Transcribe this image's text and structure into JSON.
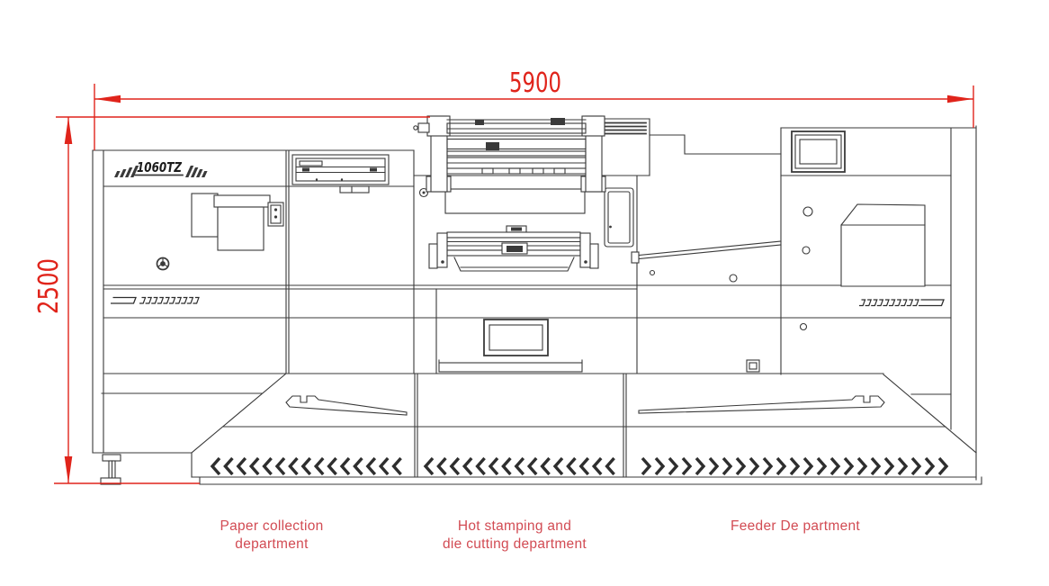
{
  "dimensions": {
    "width": "5900",
    "height": "2500"
  },
  "machine": {
    "model": "1060TZ"
  },
  "departments": {
    "paper_collection": {
      "line1": "Paper collection",
      "line2": "department"
    },
    "hot_stamping": {
      "line1": "Hot stamping and",
      "line2": "die cutting department"
    },
    "feeder": {
      "line1": "Feeder De partment"
    }
  },
  "colors": {
    "dimension_red": "#e0241b",
    "label_red": "#d24b53",
    "line_ink": "#3a3a3a"
  }
}
